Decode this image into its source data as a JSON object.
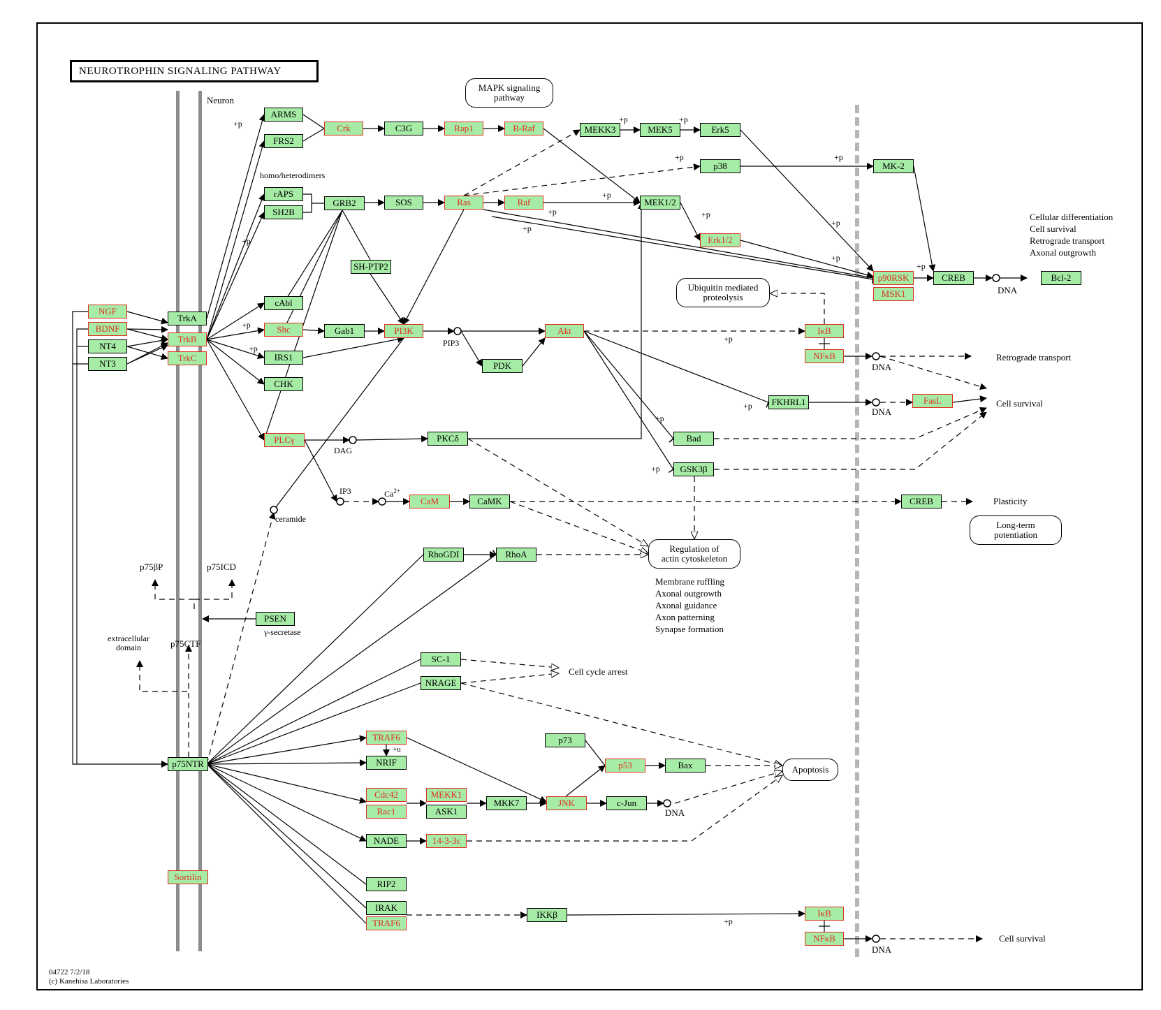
{
  "title": "NEUROTROPHIN SIGNALING PATHWAY",
  "neuron_label": "Neuron",
  "footer": {
    "code": "04722 7/2/18",
    "copyright": "(c) Kanehisa Laboratories"
  },
  "colors": {
    "node_fill": "#a6eba6",
    "highlight": "#e0301e",
    "line": "#000000",
    "membrane": "#8c8c8c"
  },
  "genes": {
    "ARMS": "ARMS",
    "FRS2": "FRS2",
    "Crk": "Crk",
    "C3G": "C3G",
    "Rap1": "Rap1",
    "BRaf": "B-Raf",
    "MEKK3": "MEKK3",
    "MEK5": "MEK5",
    "Erk5": "Erk5",
    "p38": "p38",
    "MK2": "MK-2",
    "rAPS": "rAPS",
    "SH2B": "SH2B",
    "GRB2": "GRB2",
    "SOS": "SOS",
    "Ras": "Ras",
    "Raf": "Raf",
    "MEK12": "MEK1/2",
    "Erk12": "Erk1/2",
    "SHPTP2": "SH-PTP2",
    "p90RSK": "p90RSK",
    "MSK1": "MSK1",
    "CREB1": "CREB",
    "Bcl2": "Bcl-2",
    "NGF": "NGF",
    "BDNF": "BDNF",
    "NT4": "NT4",
    "NT3": "NT3",
    "TrkA": "TrkA",
    "TrkB": "TrkB",
    "TrkC": "TrkC",
    "cAbl": "cAbl",
    "Shc": "Shc",
    "Gab1": "Gab1",
    "PI3K": "PI3K",
    "Akt": "Akt",
    "PDK": "PDK",
    "IkB1": "IκB",
    "NFkB1": "NFκB",
    "IRS1": "IRS1",
    "CHK": "CHK",
    "FKHRL1": "FKHRL1",
    "FasL": "FasL",
    "PLCg": "PLCγ",
    "PKCd": "PKCδ",
    "Bad": "Bad",
    "GSK3b": "GSK3β",
    "CaM": "CaM",
    "CaMK": "CaMK",
    "CREB2": "CREB",
    "RhoGDI": "RhoGDI",
    "RhoA": "RhoA",
    "PSEN": "PSEN",
    "SC1": "SC-1",
    "NRAGE": "NRAGE",
    "TRAF6a": "TRAF6",
    "NRIF": "NRIF",
    "p73": "p73",
    "p53": "p53",
    "Bax": "Bax",
    "Cdc42": "Cdc42",
    "Rac1": "Rac1",
    "MEKK1": "MEKK1",
    "ASK1": "ASK1",
    "MKK7": "MKK7",
    "JNK": "JNK",
    "cJun": "c-Jun",
    "NADE": "NADE",
    "p1433": "14-3-3ε",
    "p75NTR": "p75NTR",
    "Sortilin": "Sortilin",
    "RIP2": "RIP2",
    "IRAK": "IRAK",
    "TRAF6b": "TRAF6",
    "IKKb": "IKKβ",
    "IkB2": "IκB",
    "NFkB2": "NFκB"
  },
  "pathways": {
    "mapk": "MAPK signaling\npathway",
    "ubiquitin": "Ubiquitin mediated\nproteolysis",
    "actin": "Regulation of\nactin cytoskeleton",
    "apoptosis": "Apoptosis",
    "ltp": "Long-term\npotentiation"
  },
  "labels": {
    "homo": "homo/heterodimers",
    "pip3": "PIP3",
    "dag": "DAG",
    "ip3": "IP3",
    "ca": "Ca",
    "ca_sup": "2+",
    "ceramide": "ceramide",
    "dna1": "DNA",
    "dna2": "DNA",
    "dna3": "DNA",
    "dna4": "DNA",
    "dna5": "DNA",
    "cell_fates": "Cellular differentiation\nCell survival\nRetrograde transport\nAxonal outgrowth",
    "retrograde": "Retrograde transport",
    "cell_survival1": "Cell survival",
    "cell_survival2": "Cell survival",
    "plasticity": "Plasticity",
    "actin_effects": "Membrane ruffling\nAxonal outgrowth\nAxonal guidance\nAxon patterning\nSynapse formation",
    "cell_cycle": "Cell cycle arrest",
    "p75bp": "p75βP",
    "p75icd": "p75ICD",
    "gamma_secretase": "γ-secretase",
    "extracellular": "extracellular\ndomain",
    "p75ctf": "p75CTF",
    "plus_u": "+u",
    "plus_p": "+p"
  }
}
